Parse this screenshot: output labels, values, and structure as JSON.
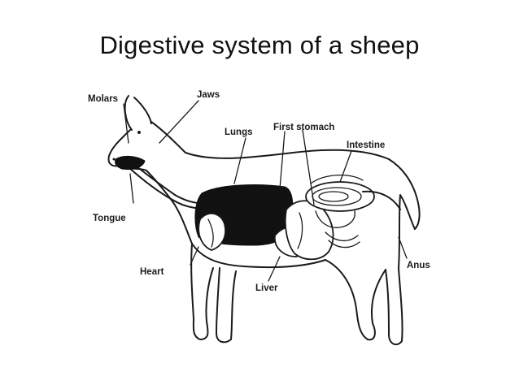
{
  "title": "Digestive system of a sheep",
  "labels": {
    "molars": "Molars",
    "jaws": "Jaws",
    "lungs": "Lungs",
    "first_stomach": "First stomach",
    "intestine": "Intestine",
    "tongue": "Tongue",
    "heart": "Heart",
    "liver": "Liver",
    "anus": "Anus"
  }
}
